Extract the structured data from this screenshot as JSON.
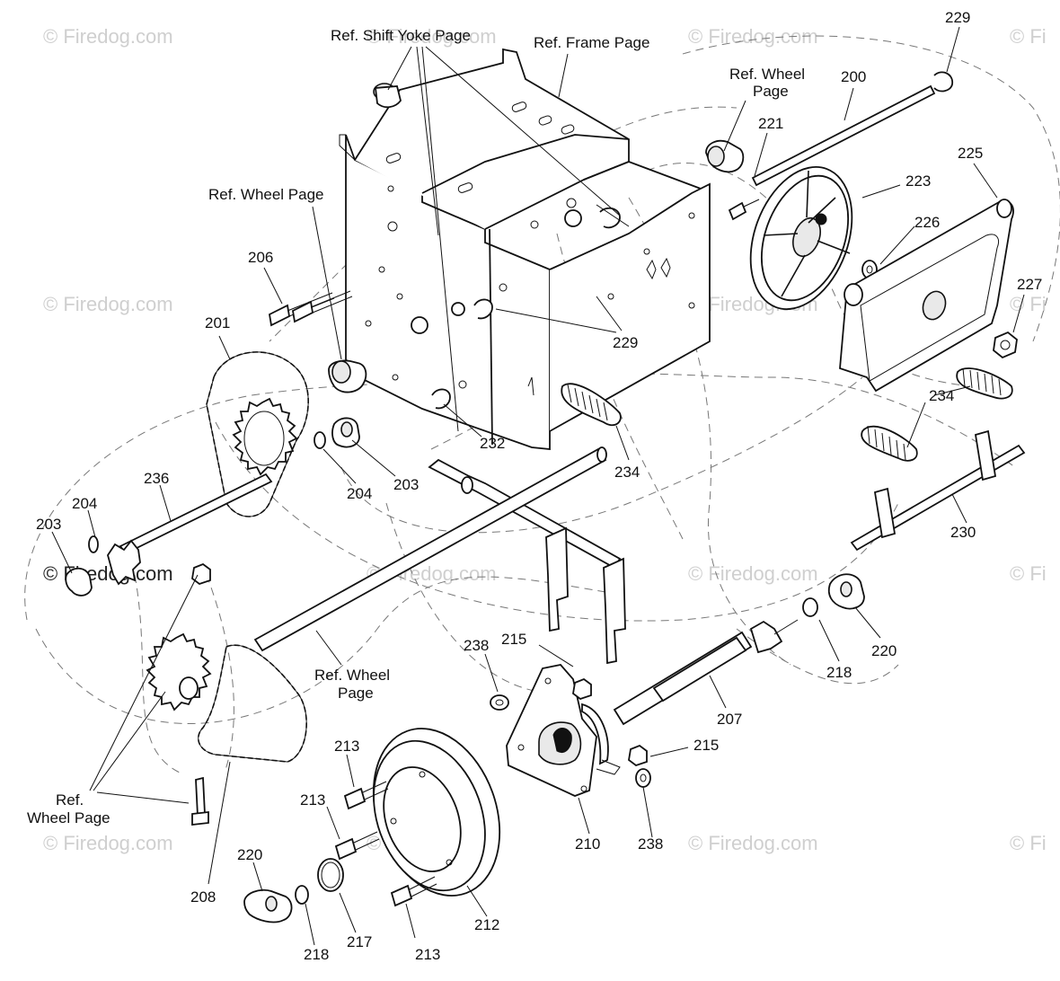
{
  "watermark": {
    "text": "© Firedog.com",
    "partial_text": "© Fi"
  },
  "reference_labels": {
    "shift_yoke_page": "Ref. Shift Yoke Page",
    "frame_page": "Ref. Frame Page",
    "wheel_page_top_line1": "Ref. Wheel",
    "wheel_page_top_line2": "Page",
    "wheel_page_left": "Ref. Wheel Page",
    "wheel_page_mid_line1": "Ref. Wheel",
    "wheel_page_mid_line2": "Page",
    "wheel_page_bottom_line1": "Ref.",
    "wheel_page_bottom_line2": "Wheel Page"
  },
  "part_callouts": {
    "p229_top": "229",
    "p200": "200",
    "p221": "221",
    "p223": "223",
    "p225": "225",
    "p226": "226",
    "p227": "227",
    "p206": "206",
    "p201": "201",
    "p229_mid": "229",
    "p234_right": "234",
    "p232": "232",
    "p234_mid": "234",
    "p204_a": "204",
    "p203_a": "203",
    "p236": "236",
    "p204_b": "204",
    "p203_b": "203",
    "p230": "230",
    "p220_right": "220",
    "p218_right": "218",
    "p238_top": "238",
    "p215_top": "215",
    "p207": "207",
    "p215_right": "215",
    "p213_a": "213",
    "p213_b": "213",
    "p210": "210",
    "p238_bottom": "238",
    "p220_left": "220",
    "p208": "208",
    "p212": "212",
    "p218_left": "218",
    "p217": "217",
    "p213_c": "213"
  }
}
